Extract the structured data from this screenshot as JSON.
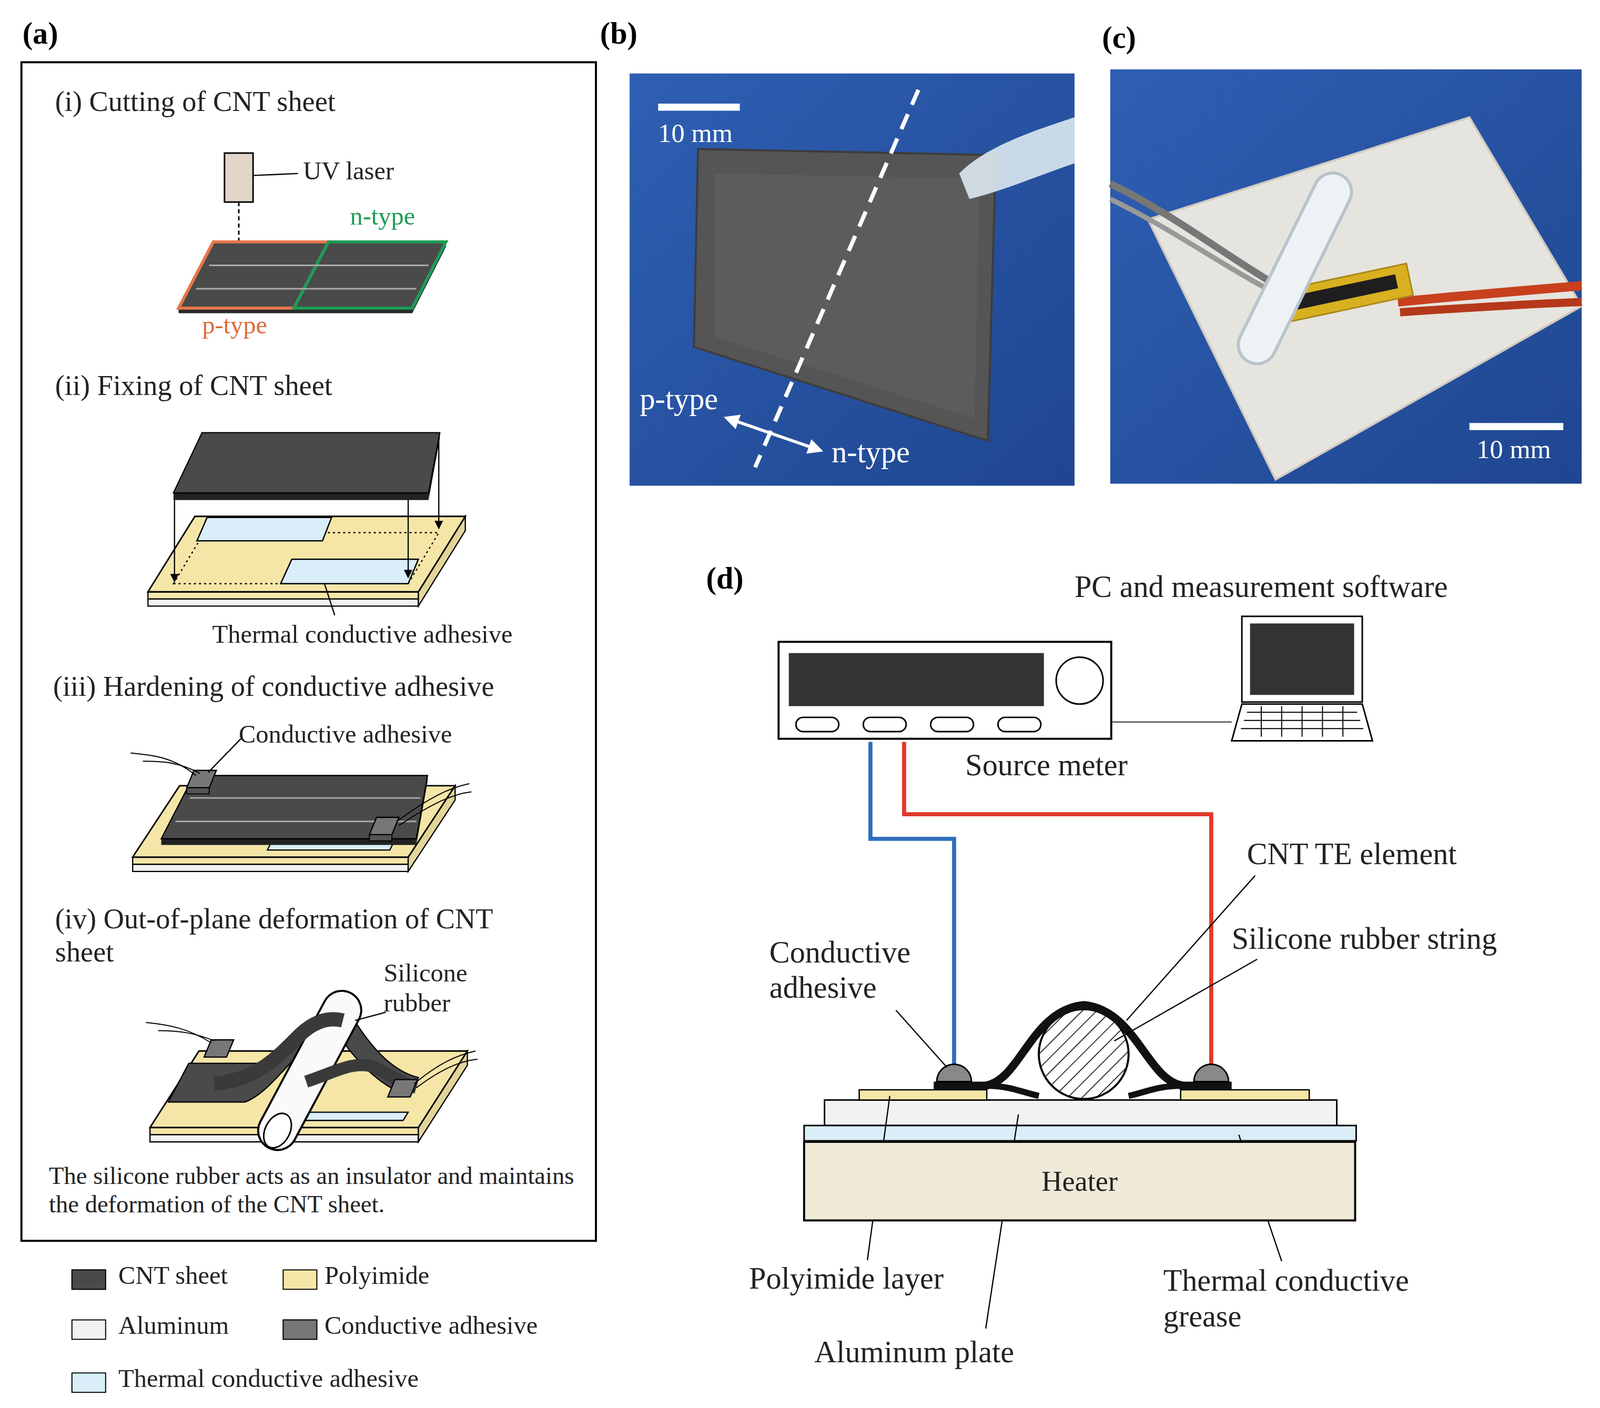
{
  "diagram": {
    "nodes": [
      {
        "text": [
          "(i) Cutting of CNT sheet",
          "(ii) Fixing of CNT sheet",
          "(iii) Hardening of conductive adhesive",
          "(iv) Out-of-plane deformation of CNT sheet",
          "The silicone rubber acts as an insulator and maintains the deformation of the CNT sheet."
        ]
      },
      {
        "text": [
          "Source meter"
        ]
      },
      {
        "text": [
          "PC and measurement software"
        ]
      },
      {
        "text": [
          "Heater"
        ]
      }
    ],
    "edges": [
      {
        "from": 1,
        "to": 2,
        "arrow": "none"
      }
    ],
    "labels": [
      "(a)",
      "(b)",
      "(c)",
      "(d)",
      "UV laser",
      "n-type",
      "p-type",
      "Thermal conductive adhesive",
      "Conductive adhesive",
      "Silicone rubber",
      "10 mm",
      "p-type",
      "n-type",
      "10 mm",
      "CNT TE element",
      "Silicone rubber string",
      "Conductive adhesive",
      "Polyimide layer",
      "Aluminum plate",
      "Thermal conductive grease"
    ],
    "legend": [
      {
        "text": "CNT sheet",
        "color": "#4a4a4a"
      },
      {
        "text": "Polyimide",
        "color": "#f5e6a8"
      },
      {
        "text": "Aluminum",
        "color": "#f2f2f2"
      },
      {
        "text": "Conductive adhesive",
        "color": "#777777"
      },
      {
        "text": "Thermal conductive adhesive",
        "color": "#d9eef8"
      }
    ]
  }
}
